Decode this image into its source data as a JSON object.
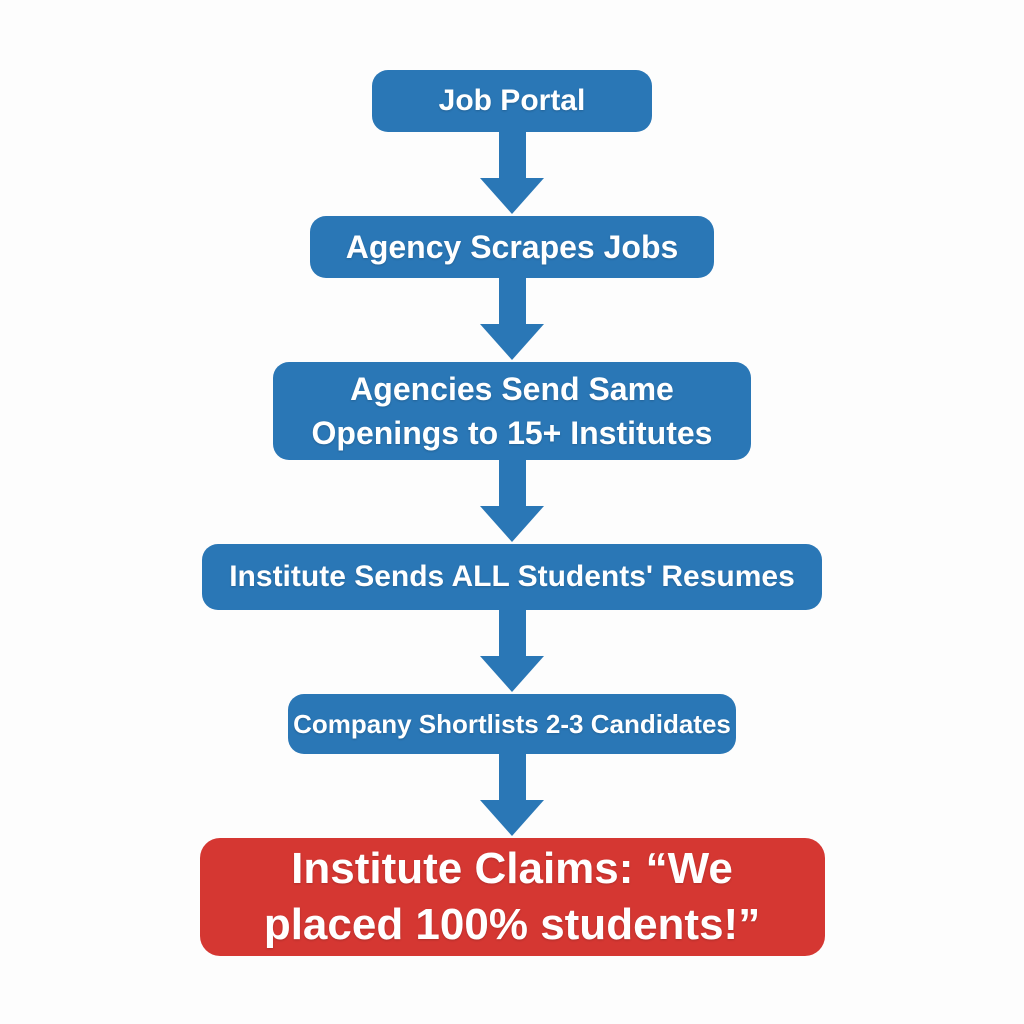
{
  "colors": {
    "step_blue": "#2a77b6",
    "alert_red": "#d53732",
    "text_white": "#ffffff",
    "background": "#fdfdfd"
  },
  "flowchart": {
    "description": "Vertical flowchart of job placement process ending in institute placement claim",
    "steps": [
      {
        "name": "job-portal",
        "color": "blue",
        "lines": [
          "Job Portal"
        ]
      },
      {
        "name": "agency-scrapes-jobs",
        "color": "blue",
        "lines": [
          "Agency Scrapes Jobs"
        ]
      },
      {
        "name": "agencies-send-openings",
        "color": "blue",
        "lines": [
          "Agencies Send Same",
          "Openings to 15+ Institutes"
        ]
      },
      {
        "name": "institute-sends-resumes",
        "color": "blue",
        "lines": [
          "Institute Sends ALL Students' Resumes"
        ]
      },
      {
        "name": "company-shortlists",
        "color": "blue",
        "lines": [
          "Company Shortlists 2-3 Candidates"
        ]
      },
      {
        "name": "institute-claims",
        "color": "red",
        "lines": [
          "Institute Claims: “We",
          "placed 100% students!”"
        ]
      }
    ]
  }
}
